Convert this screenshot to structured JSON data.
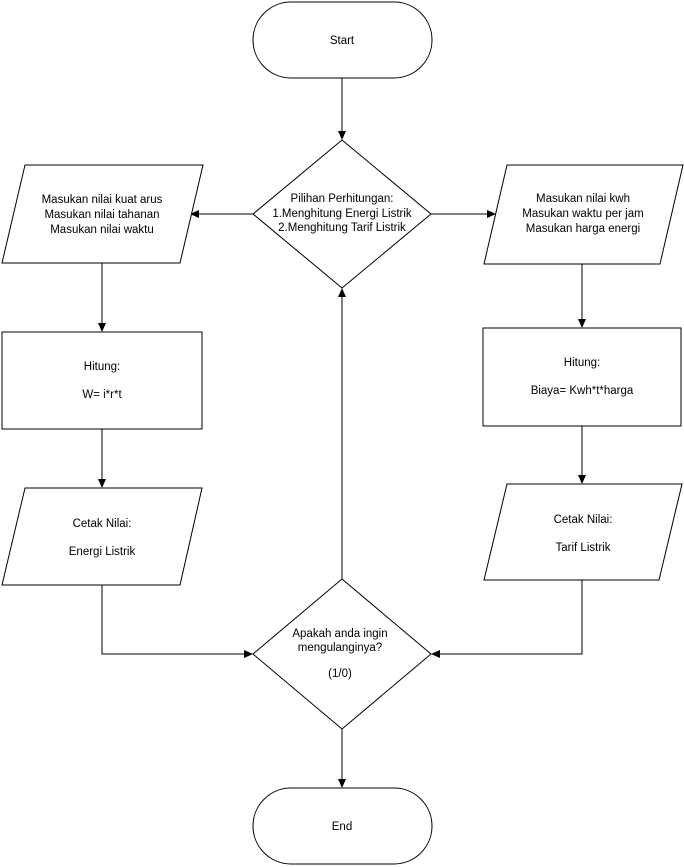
{
  "nodes": {
    "start": {
      "label": "Start"
    },
    "menu": {
      "lines": [
        "Pilihan Perhitungan:",
        "1.Menghitung Energi Listrik",
        "2.Menghitung Tarif Listrik"
      ]
    },
    "input_energy": {
      "lines": [
        "Masukan nilai kuat arus",
        "Masukan nilai tahanan",
        "Masukan nilai waktu"
      ]
    },
    "input_tariff": {
      "lines": [
        "Masukan nilai kwh",
        "Masukan waktu per jam",
        "Masukan harga energi"
      ]
    },
    "calc_energy": {
      "lines": [
        "Hitung:",
        "W= i*r*t"
      ]
    },
    "calc_tariff": {
      "lines": [
        "Hitung:",
        "Biaya= Kwh*t*harga"
      ]
    },
    "print_energy": {
      "lines": [
        "Cetak Nilai:",
        "Energi Listrik"
      ]
    },
    "print_tariff": {
      "lines": [
        "Cetak Nilai:",
        "Tarif Listrik"
      ]
    },
    "repeat": {
      "lines": [
        "Apakah anda ingin",
        "mengulanginya?",
        "(1/0)"
      ]
    },
    "end": {
      "label": "End"
    }
  }
}
